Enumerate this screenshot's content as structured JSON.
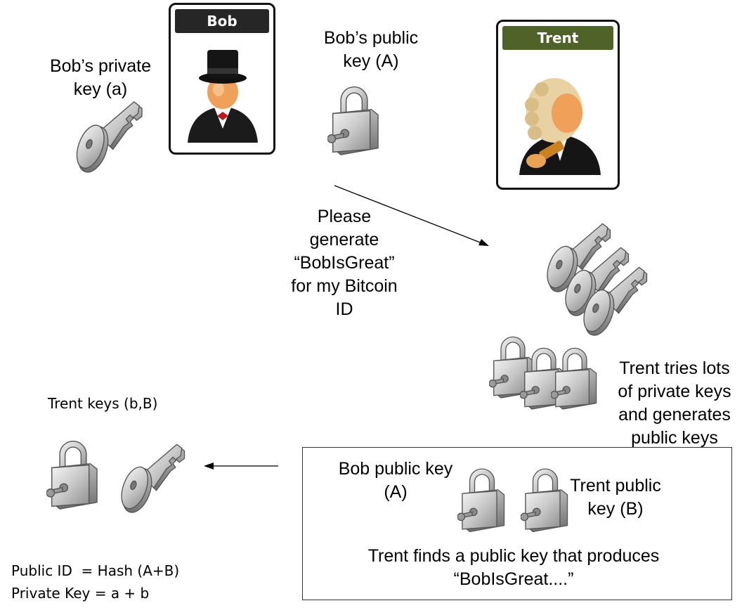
{
  "bob_card": {
    "title": "Bob",
    "header_color": "#262626"
  },
  "trent_card": {
    "title": "Trent",
    "header_color": "#4f6228"
  },
  "labels": {
    "bob_private_key": [
      "Bob’s private",
      "key (a)"
    ],
    "bob_public_key": [
      "Bob’s public",
      "key (A)"
    ],
    "request": [
      "Please",
      "generate",
      "“BobIsGreat”",
      "for my Bitcoin",
      "ID"
    ],
    "trent_tries": [
      "Trent tries lots",
      "of private keys",
      "and generates",
      "public keys"
    ],
    "trent_keys": "Trent keys (b,B)",
    "bob_public_key_box": [
      "Bob public key",
      "(A)"
    ],
    "trent_public_key_box": [
      "Trent public",
      "key (B)"
    ],
    "trent_finds": [
      "Trent finds a public key that produces",
      "“BobIsGreat....”"
    ],
    "formula_public": "Public ID  = Hash (A+B)",
    "formula_private": "Private Key = a + b"
  },
  "icons": {
    "key": "key-icon",
    "padlock": "padlock-icon",
    "bob_avatar": "top-hat-person-icon",
    "trent_avatar": "judge-wig-person-icon"
  }
}
